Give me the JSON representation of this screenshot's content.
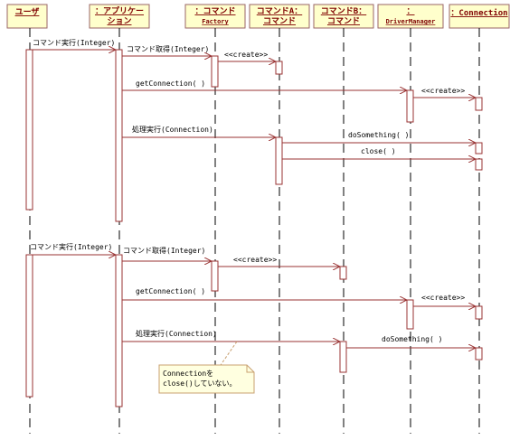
{
  "lifelines": [
    {
      "id": "user",
      "title": "ユーザ"
    },
    {
      "id": "app",
      "title": "：アプリケー",
      "title2": "ション"
    },
    {
      "id": "factory",
      "title": "：コマンド",
      "title2": "Factory"
    },
    {
      "id": "cmdA",
      "title": "コマンドA：",
      "title2": "コマンド"
    },
    {
      "id": "cmdB",
      "title": "コマンドB：",
      "title2": "コマンド"
    },
    {
      "id": "dm",
      "title": "：",
      "title2": "DriverManager"
    },
    {
      "id": "conn",
      "title": "：Connection"
    }
  ],
  "messages": {
    "m1": "コマンド実行(Integer)",
    "m2": "コマンド取得(Integer)",
    "m3": "<<create>>",
    "m4": "getConnection( )",
    "m5": "<<create>>",
    "m6": "処理実行(Connection)",
    "m7": "doSomething( )",
    "m8": "close( )",
    "m9": "コマンド実行(Integer)",
    "m10": "コマンド取得(Integer)",
    "m11": "<<create>>",
    "m12": "getConnection( )",
    "m13": "<<create>>",
    "m14": "処理実行(Connection)",
    "m15": "doSomething( )"
  },
  "note": {
    "line1": "Connectionを",
    "line2": "close()していない。"
  },
  "colors": {
    "lifeline_header_fill": "#FFFFCC",
    "header_border": "#996666",
    "header_text": "#7F0000",
    "activation_fill": "#FFFFFF",
    "activation_stroke": "#993333",
    "message_line": "#993333",
    "note_fill": "#FFFFE0",
    "note_border": "#C8A070",
    "lifeline_dash": "#000000"
  }
}
